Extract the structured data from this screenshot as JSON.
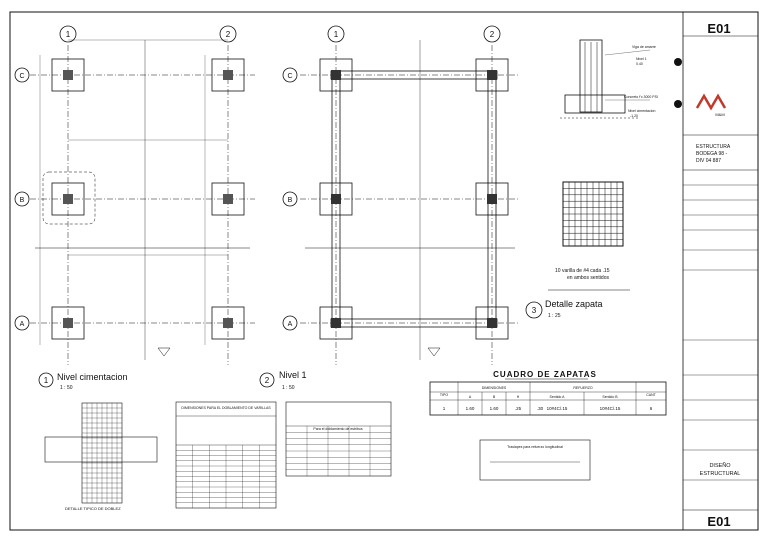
{
  "sheet": {
    "number": "E01",
    "number_bottom": "E01",
    "project_name_lines": [
      "ESTRUCTURA",
      "BODEGA 98 -",
      "DIV 04 887"
    ],
    "discipline_lines": [
      "DISEÑO",
      "ESTRUCTURAL"
    ],
    "logo_text": "M&M",
    "accent_color": "#c0392b"
  },
  "grids": {
    "columns": [
      "1",
      "2"
    ],
    "rows": [
      "C",
      "B",
      "A"
    ]
  },
  "views": {
    "plan1_title": "Nivel cimentacion",
    "plan1_number": "1",
    "plan1_scale": "1 : 50",
    "plan2_title": "Nivel 1",
    "plan2_number": "2",
    "plan2_scale": "1 : 50",
    "detail_title": "Detalle zapata",
    "detail_number": "3",
    "detail_scale": "1 : 25",
    "detail_note_line1": "10 varilla de #4 cada .15",
    "detail_note_line2": "en ambos sentidos",
    "section_labels": [
      "Viga de amarre",
      "Nivel 1",
      "0.40",
      "Concreto f'c 3000 PSI",
      "Nivel cimentacion",
      "-1.20"
    ]
  },
  "footing_table": {
    "title": "CUADRO DE ZAPATAS",
    "headers": [
      "TIPO",
      "A",
      "B",
      "H",
      "D",
      "Sentido A",
      "Sentido B",
      "CANT"
    ],
    "group_dimensions": "DIMENSIONES",
    "group_rebar": "REFUERZO",
    "rows": [
      [
        "1",
        "1.60",
        "1.60",
        ".25",
        ".30",
        "10#4C/.15",
        "10#4C/.15",
        "6"
      ]
    ]
  },
  "small_tables": {
    "anchorage_title": "DIMENSIONES PARA EL DOBLAMIENTO DE VARILLAS",
    "hook_caption": "Para el doblamiento de estribos",
    "stirrup_detail": "DETALLE TIPICO DE DOBLEZ",
    "note_box": "Traslapes para refuerzo longitudinal"
  }
}
